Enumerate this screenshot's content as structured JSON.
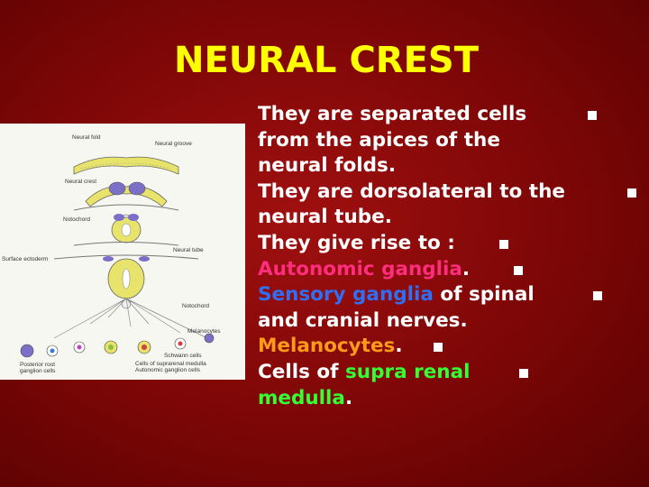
{
  "slide": {
    "title": "NEURAL CREST",
    "colors": {
      "background": "#8b0a0a",
      "title": "#ffff00",
      "body_text": "#ffffff",
      "autonomic": "#ff2d7d",
      "sensory": "#2f6ff5",
      "melanocytes": "#ff9b1a",
      "supra_renal": "#33ff33"
    },
    "figure_labels": {
      "neural_fold": "Neural fold",
      "neural_groove": "Neural groove",
      "neural_crest": "Neural crest",
      "notochord_1": "Notochord",
      "neural_tube": "Neural tube",
      "surface_ectoderm": "Surface ectoderm",
      "notochord_2": "Notochord",
      "melanocytes": "Melanocytes",
      "schwann_cells": "Schwann cells",
      "posterior_root": "Posterior root",
      "ganglion_cells": "ganglion cells",
      "cells_suprarenal": "Cells of suprarenal medulla",
      "autonomic_ganglion": "Autonomic ganglion cells"
    },
    "lines": {
      "l1": "They are separated cells",
      "l2": "from the apices of the",
      "l3": "neural folds.",
      "l4": "They are dorsolateral to the",
      "l5": "neural tube.",
      "l6": " They give rise to :",
      "l7a": "Autonomic ganglia",
      "l7b": ".",
      "l8a": "Sensory ganglia",
      "l8b": " of spinal",
      "l9": "and cranial nerves.",
      "l10a": "Melanocytes",
      "l10b": ".",
      "l11a": " Cells of ",
      "l11b": "supra renal",
      "l12a": "medulla",
      "l12b": "."
    }
  }
}
